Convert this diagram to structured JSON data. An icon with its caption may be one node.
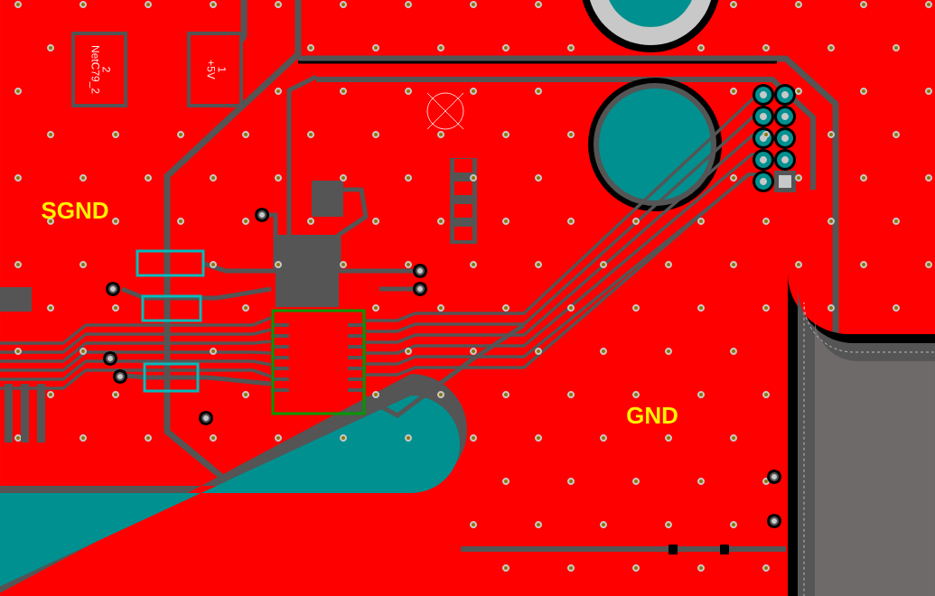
{
  "diagram": {
    "nodes": [
      {
        "text": [
          "2",
          "NetC79_2"
        ]
      },
      {
        "text": [
          "1",
          "+5V"
        ]
      }
    ],
    "labels": [
      "SGND",
      "GND"
    ]
  }
}
